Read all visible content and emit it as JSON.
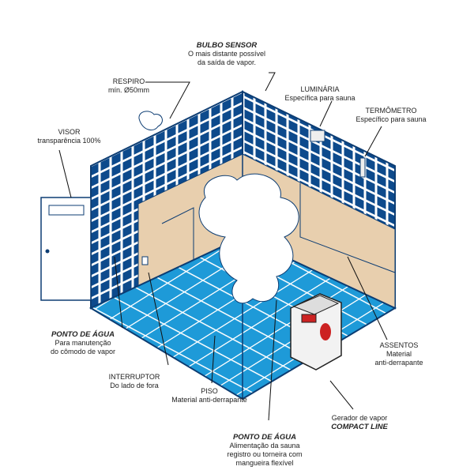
{
  "labels": {
    "bulbo": {
      "title": "BULBO SENSOR",
      "l1": "O mais distante possível",
      "l2": "da saída de vapor."
    },
    "respiro": {
      "l1": "RESPIRO",
      "l2": "mín. Ø50mm"
    },
    "luminaria": {
      "l1": "LUMINÁRIA",
      "l2": "Específica para sauna"
    },
    "termometro": {
      "l1": "TERMÔMETRO",
      "l2": "Específico para sauna"
    },
    "visor": {
      "l1": "VISOR",
      "l2": "transparência 100%"
    },
    "ponto_agua_1": {
      "title": "PONTO DE ÁGUA",
      "l1": "Para manutenção",
      "l2": "do cômodo de vapor"
    },
    "interruptor": {
      "l1": "INTERRUPTOR",
      "l2": "Do lado de fora"
    },
    "piso": {
      "l1": "PISO",
      "l2": "Material anti-derrapante"
    },
    "assentos": {
      "l1": "ASSENTOS",
      "l2": "Material",
      "l3": "anti-derrapante"
    },
    "gerador": {
      "l1": "Gerador de vapor",
      "title": "COMPACT LINE"
    },
    "ponto_agua_2": {
      "title": "PONTO DE ÁGUA",
      "l1": "Alimentação da sauna",
      "l2": "registro ou torneira com",
      "l3": "mangueira flexível"
    }
  },
  "colors": {
    "tile": "#0d4a8c",
    "floor": "#1e9ad8",
    "seat": "#e8cfae",
    "outline": "#0d3d73"
  }
}
